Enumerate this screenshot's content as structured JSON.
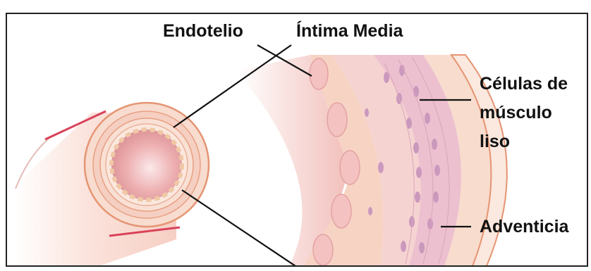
{
  "labels": {
    "endotelio": "Endotelio",
    "intima_media": "Íntima Media",
    "celulas_line1": "Células de",
    "celulas_line2": "músculo",
    "celulas_line3": "liso",
    "adventicia": "Adventicia"
  },
  "colors": {
    "vessel_outer": "#f7d9cc",
    "vessel_band": "#fbe6da",
    "lumen": "#e9a0a2",
    "lumen_light": "#f6d3d4",
    "cell_fill": "#f1b6ba",
    "muscle_fill": "#e8b3c2",
    "nucleus": "#c995b8",
    "vessel_stroke": "#e08f6b",
    "edge_red": "#d9435a",
    "line": "#111111"
  }
}
